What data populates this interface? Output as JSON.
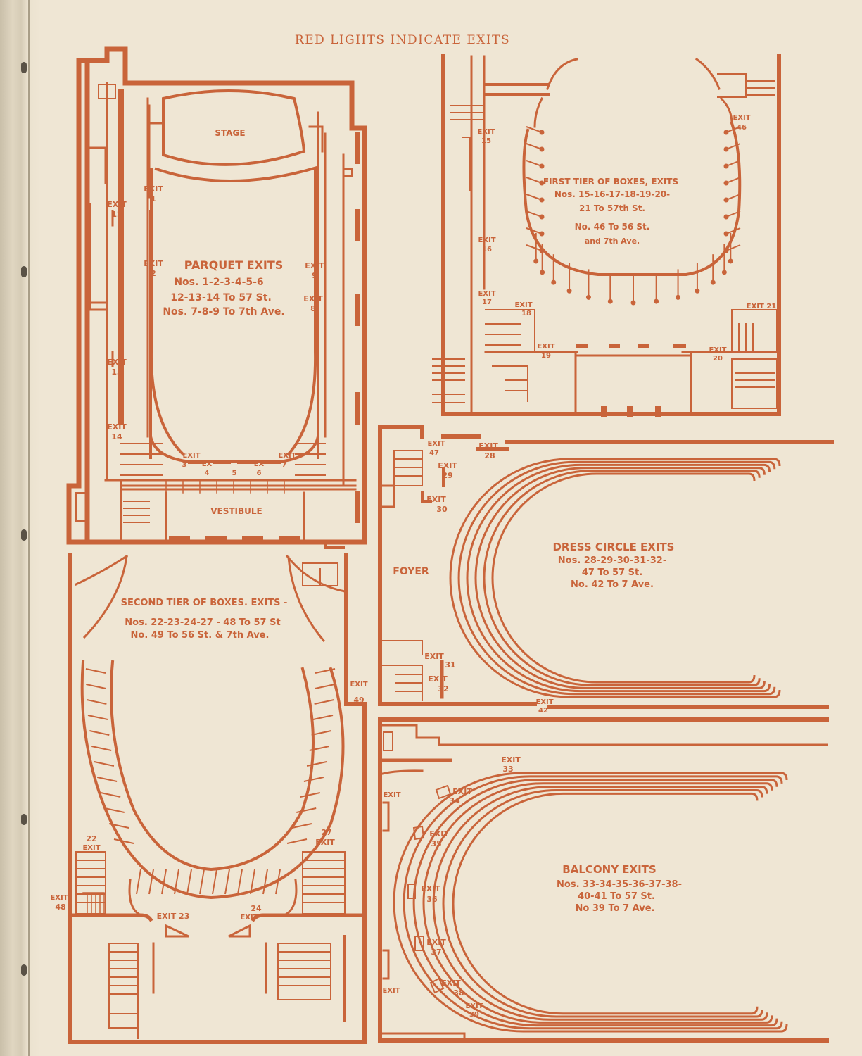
{
  "header": "RED LIGHTS INDICATE EXITS",
  "accent_color": "#c9643a",
  "paper_color": "#efe6d4",
  "parquet": {
    "stage": "STAGE",
    "vestibule": "VESTIBULE",
    "title": "PARQUET EXITS",
    "line1": "Nos. 1-2-3-4-5-6",
    "line2": "12-13-14 To 57 St.",
    "line3": "Nos. 7-8-9 To 7th Ave.",
    "exits": [
      {
        "word": "EXIT",
        "num": "1"
      },
      {
        "word": "EXIT",
        "num": "2"
      },
      {
        "word": "EXIT",
        "num": "12"
      },
      {
        "word": "EXIT",
        "num": "13"
      },
      {
        "word": "EXIT",
        "num": "14"
      },
      {
        "word": "EXIT",
        "num": "9"
      },
      {
        "word": "EXIT",
        "num": "8"
      },
      {
        "word": "EXIT",
        "num": "3"
      },
      {
        "word": "EX",
        "num": "4"
      },
      {
        "word": "5",
        "num": ""
      },
      {
        "word": "EX",
        "num": "6"
      },
      {
        "word": "EXIT",
        "num": "7"
      }
    ]
  },
  "first_tier": {
    "title": "FIRST TIER OF BOXES, EXITS",
    "line1": "Nos. 15-16-17-18-19-20-",
    "line2": "21 To 57th St.",
    "line3": "No. 46 To 56 St.",
    "line4": "and 7th Ave.",
    "exits": [
      {
        "word": "EXIT",
        "num": "15"
      },
      {
        "word": "EXIT",
        "num": "16"
      },
      {
        "word": "EXIT",
        "num": "17"
      },
      {
        "word": "EXIT",
        "num": "18"
      },
      {
        "word": "EXIT",
        "num": "19"
      },
      {
        "word": "EXIT",
        "num": "20"
      },
      {
        "word": "EXIT 21",
        "num": ""
      },
      {
        "word": "EXIT",
        "num": "46"
      }
    ]
  },
  "dress_circle": {
    "foyer": "FOYER",
    "title": "DRESS CIRCLE EXITS",
    "line1": "Nos. 28-29-30-31-32-",
    "line2": "47 To 57 St.",
    "line3": "No. 42 To 7 Ave.",
    "exits": [
      {
        "word": "EXIT",
        "num": "47"
      },
      {
        "word": "EXIT",
        "num": "28"
      },
      {
        "word": "EXIT",
        "num": "29"
      },
      {
        "word": "EXIT",
        "num": "30"
      },
      {
        "word": "EXIT",
        "num": "31"
      },
      {
        "word": "EXIT",
        "num": "32"
      },
      {
        "word": "EXIT",
        "num": "42"
      }
    ]
  },
  "second_tier": {
    "title": "SECOND TIER OF BOXES. EXITS -",
    "line1": "Nos. 22-23-24-27 - 48 To 57 St",
    "line2": "No. 49 To 56 St. & 7th Ave.",
    "exits": [
      {
        "word": "EXIT",
        "num": "49"
      },
      {
        "word": "22",
        "num": "EXIT"
      },
      {
        "word": "27",
        "num": "EXIT"
      },
      {
        "word": "EXIT",
        "num": "48"
      },
      {
        "word": "EXIT 23",
        "num": ""
      },
      {
        "word": "24",
        "num": "EXIT"
      }
    ]
  },
  "balcony": {
    "title": "BALCONY EXITS",
    "line1": "Nos. 33-34-35-36-37-38-",
    "line2": "40-41 To 57 St.",
    "line3": "No 39 To 7 Ave.",
    "exits": [
      {
        "word": "EXIT",
        "num": "33"
      },
      {
        "word": "EXIT",
        "num": ""
      },
      {
        "word": "EXIT",
        "num": "34"
      },
      {
        "word": "EXIT",
        "num": "35"
      },
      {
        "word": "EXIT",
        "num": "36"
      },
      {
        "word": "EXIT",
        "num": "37"
      },
      {
        "word": "EXIT",
        "num": "38"
      },
      {
        "word": "EXIT",
        "num": ""
      },
      {
        "word": "EXIT",
        "num": "39"
      }
    ]
  }
}
